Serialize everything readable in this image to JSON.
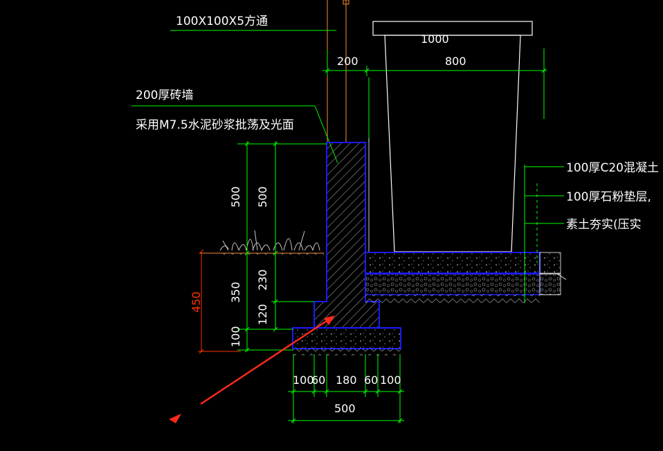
{
  "labels": {
    "tube": "100X100X5方通",
    "wall": "200厚砖墙",
    "plaster": "采用M7.5水泥砂浆批荡及光面",
    "layer1": "100厚C20混凝土",
    "layer2": "100厚石粉垫层,",
    "layer3": "素土夯实(压实"
  },
  "dims": {
    "top_1000": "1000",
    "top_200": "200",
    "top_800": "800",
    "left_500_a": "500",
    "left_500_b": "500",
    "left_350": "350",
    "left_230": "230",
    "left_120": "120",
    "left_100": "100",
    "left_450": "450",
    "bottom_100a": "100",
    "bottom_60a": "60",
    "bottom_180": "180",
    "bottom_60b": "60",
    "bottom_100b": "100",
    "bottom_500": "500"
  },
  "colors": {
    "background": "#000000",
    "outline": "#1a1aff",
    "dimension": "#00ff00",
    "text": "#ffffff",
    "red_dim": "#ff3300",
    "arrow": "#ff2a1a",
    "hatch": "#9a9a9a",
    "grass": "#c8c8c8",
    "orange_line": "#ff8c30"
  },
  "icons": {
    "annotation_arrow": "red-arrow-icon",
    "grass": "grass-icon"
  }
}
